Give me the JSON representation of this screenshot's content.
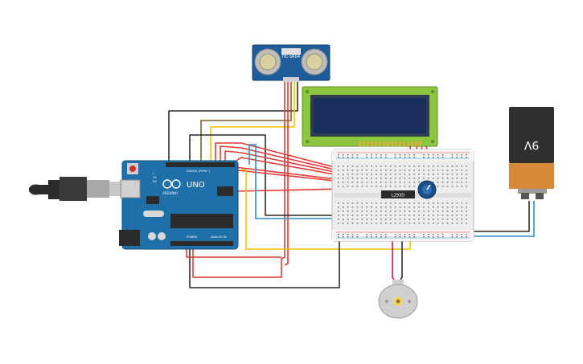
{
  "components": {
    "arduino": {
      "logo": "UNO",
      "brand": "ARDUINO",
      "digital_label": "DIGITAL (PWM~)",
      "power_label": "POWER",
      "analog_label": "ANALOG IN",
      "tx_label": "TX",
      "rx_label": "RX",
      "l_label": "L"
    },
    "ultrasonic": {
      "label": "HC-SR04"
    },
    "lcd": {
      "label": ""
    },
    "breadboard": {},
    "driver_ic": {
      "label": "L293D"
    },
    "battery": {
      "label": "9V"
    },
    "motor": {}
  },
  "colors": {
    "arduino_blue": "#1f6fa8",
    "lcd_green": "#8cc63f",
    "lcd_screen": "#1b2f5c",
    "wire_red": "#e53935",
    "wire_black": "#2b2b2b",
    "wire_yellow": "#f2c200",
    "wire_blue": "#2a8fd4",
    "wire_brown": "#8d5a2b",
    "wire_magenta": "#c2185b",
    "battery_top": "#2f2f2f",
    "battery_body": "#d68a3a"
  }
}
